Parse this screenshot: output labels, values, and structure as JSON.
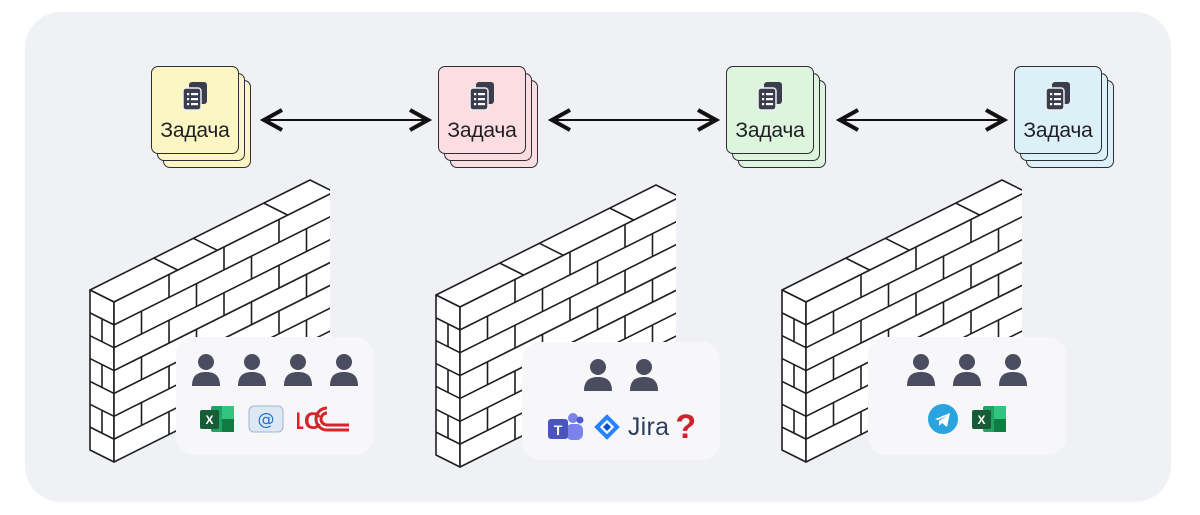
{
  "tasks": [
    {
      "label": "Задача",
      "color": "#fbf6c3"
    },
    {
      "label": "Задача",
      "color": "#fbdde2"
    },
    {
      "label": "Задача",
      "color": "#ddf4dd"
    },
    {
      "label": "Задача",
      "color": "#dcf0f8"
    }
  ],
  "groups": [
    {
      "people_count": 4,
      "apps": [
        "excel-icon",
        "email-icon",
        "1c-logo"
      ],
      "onec_label": "1C"
    },
    {
      "people_count": 2,
      "apps": [
        "teams-icon",
        "jira-logo",
        "question-mark"
      ],
      "jira_label": "Jira",
      "question": "?"
    },
    {
      "people_count": 3,
      "apps": [
        "telegram-icon",
        "excel-icon"
      ]
    }
  ],
  "colors": {
    "panel": "#f0f1f5",
    "excel_green": "#1e7145",
    "teams_purple": "#5059c9",
    "jira_blue": "#2684ff",
    "telegram_blue": "#2aa3df",
    "onec_red": "#d8232a",
    "person": "#4a4d60"
  }
}
